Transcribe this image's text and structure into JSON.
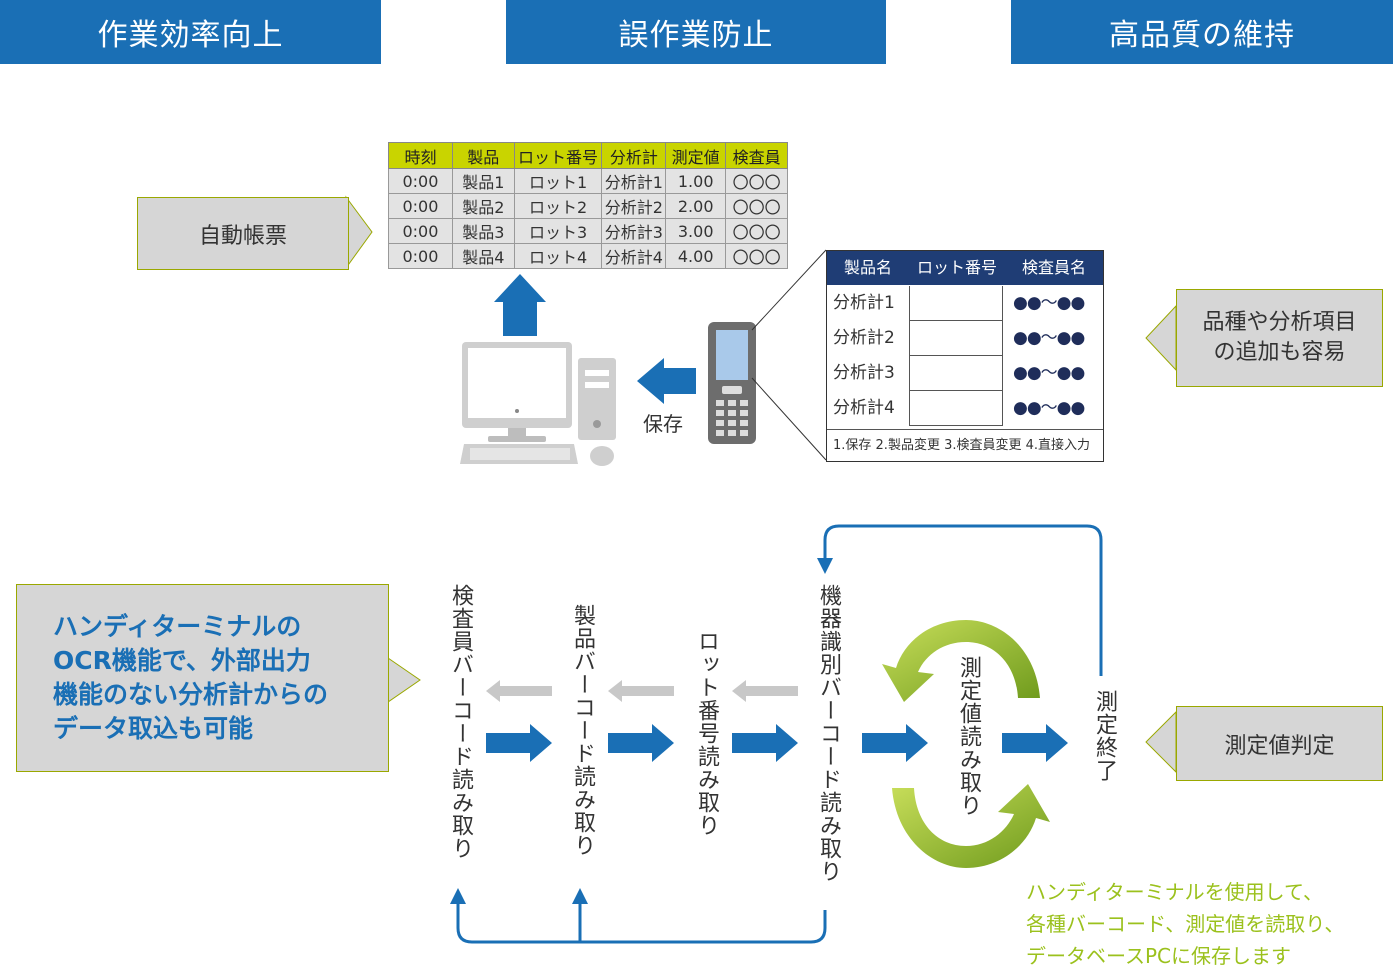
{
  "headers": [
    "作業効率向上",
    "誤作業防止",
    "高品質の維持"
  ],
  "callouts": {
    "auto_report": "自動帳票",
    "easy_add": [
      "品種や分析項目",
      "の追加も容易"
    ],
    "ocr": [
      "ハンディターミナルの",
      "OCR機能で、外部出力",
      "機能のない分析計からの",
      "データ取込も可能"
    ],
    "judge": "測定値判定"
  },
  "log_table": {
    "columns": [
      "時刻",
      "製品",
      "ロット番号",
      "分析計",
      "測定値",
      "検査員"
    ],
    "rows": [
      [
        "0:00",
        "製品1",
        "ロット1",
        "分析計1",
        "1.00",
        "〇〇〇"
      ],
      [
        "0:00",
        "製品2",
        "ロット2",
        "分析計2",
        "2.00",
        "〇〇〇"
      ],
      [
        "0:00",
        "製品3",
        "ロット3",
        "分析計3",
        "3.00",
        "〇〇〇"
      ],
      [
        "0:00",
        "製品4",
        "ロット4",
        "分析計4",
        "4.00",
        "〇〇〇"
      ]
    ]
  },
  "terminal_table": {
    "columns": [
      "製品名",
      "ロット番号",
      "検査員名"
    ],
    "rows": [
      {
        "name": "分析計1",
        "value": "●●〜●●"
      },
      {
        "name": "分析計2",
        "value": "●●〜●●"
      },
      {
        "name": "分析計3",
        "value": "●●〜●●"
      },
      {
        "name": "分析計4",
        "value": "●●〜●●"
      }
    ],
    "footer": "1.保存 2.製品変更 3.検査員変更 4.直接入力"
  },
  "save_label": "保存",
  "flow_steps": [
    "検査員バーコード読み取り",
    "製品バーコード読み取り",
    "ロット番号読み取り",
    "機器識別バーコード読み取り",
    "測定値読み取り",
    "測定終了"
  ],
  "bottom_note": [
    "ハンディターミナルを使用して、",
    "各種バーコード、測定値を読取り、",
    "データベースPCに保存します"
  ],
  "colors": {
    "header": "#1a6fb5",
    "table_head": "#c9d400",
    "terminal_head": "#1f3d75",
    "arrow_blue": "#1a6fb5",
    "arrow_gray": "#c8c8c8",
    "cycle_green": "#9bc11d",
    "ocr_text": "#1a6fb5"
  }
}
